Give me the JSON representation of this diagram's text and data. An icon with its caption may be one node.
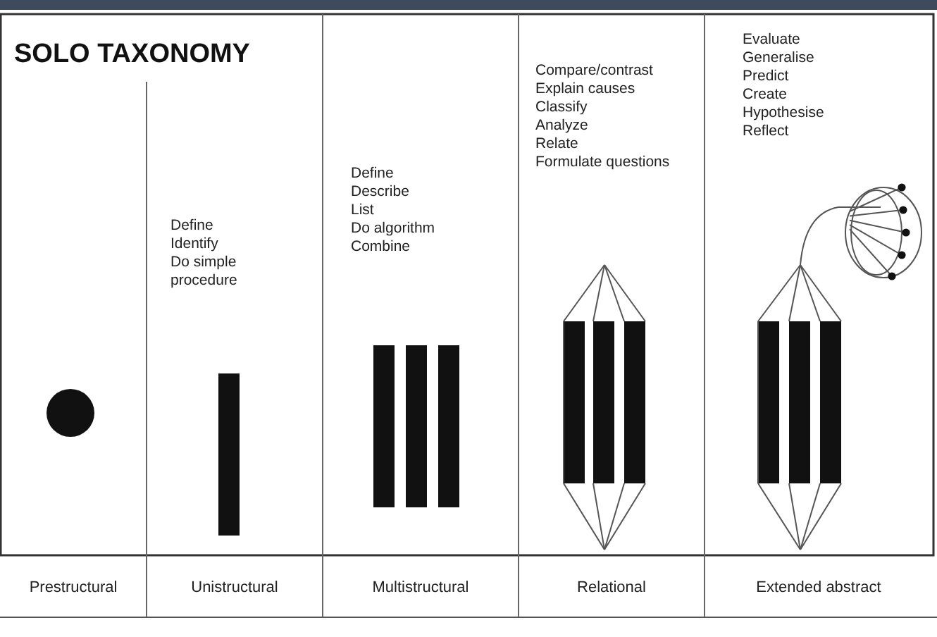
{
  "diagram": {
    "title": "SOLO TAXONOMY",
    "labels": [
      "Define",
      "Identify",
      "Do simple procedure",
      "Define",
      "Describe",
      "List",
      "Do algorithm",
      "Combine",
      "Compare/contrast",
      "Explain causes",
      "Classify",
      "Analyze",
      "Relate",
      "Formulate questions",
      "Evaluate",
      "Generalise",
      "Predict",
      "Create",
      "Hypothesise",
      "Reflect",
      "Prestructural",
      "Unistructural",
      "Multistructural",
      "Relational",
      "Extended abstract"
    ]
  }
}
